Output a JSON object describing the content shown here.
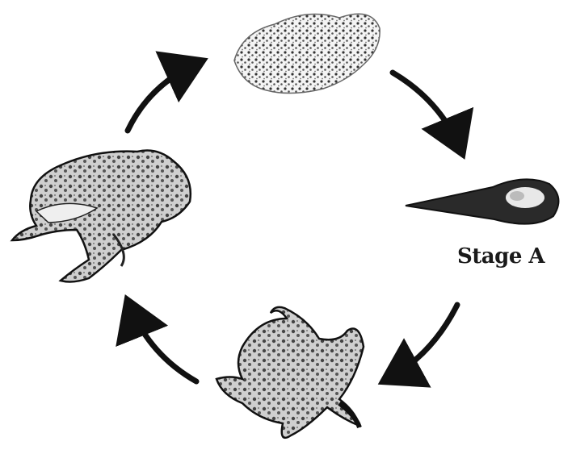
{
  "diagram": {
    "stages": [
      {
        "id": "eggs",
        "label": ""
      },
      {
        "id": "tadpole",
        "label": "Stage A"
      },
      {
        "id": "froglet",
        "label": ""
      },
      {
        "id": "adult-frog",
        "label": ""
      }
    ],
    "flow": "clockwise"
  }
}
